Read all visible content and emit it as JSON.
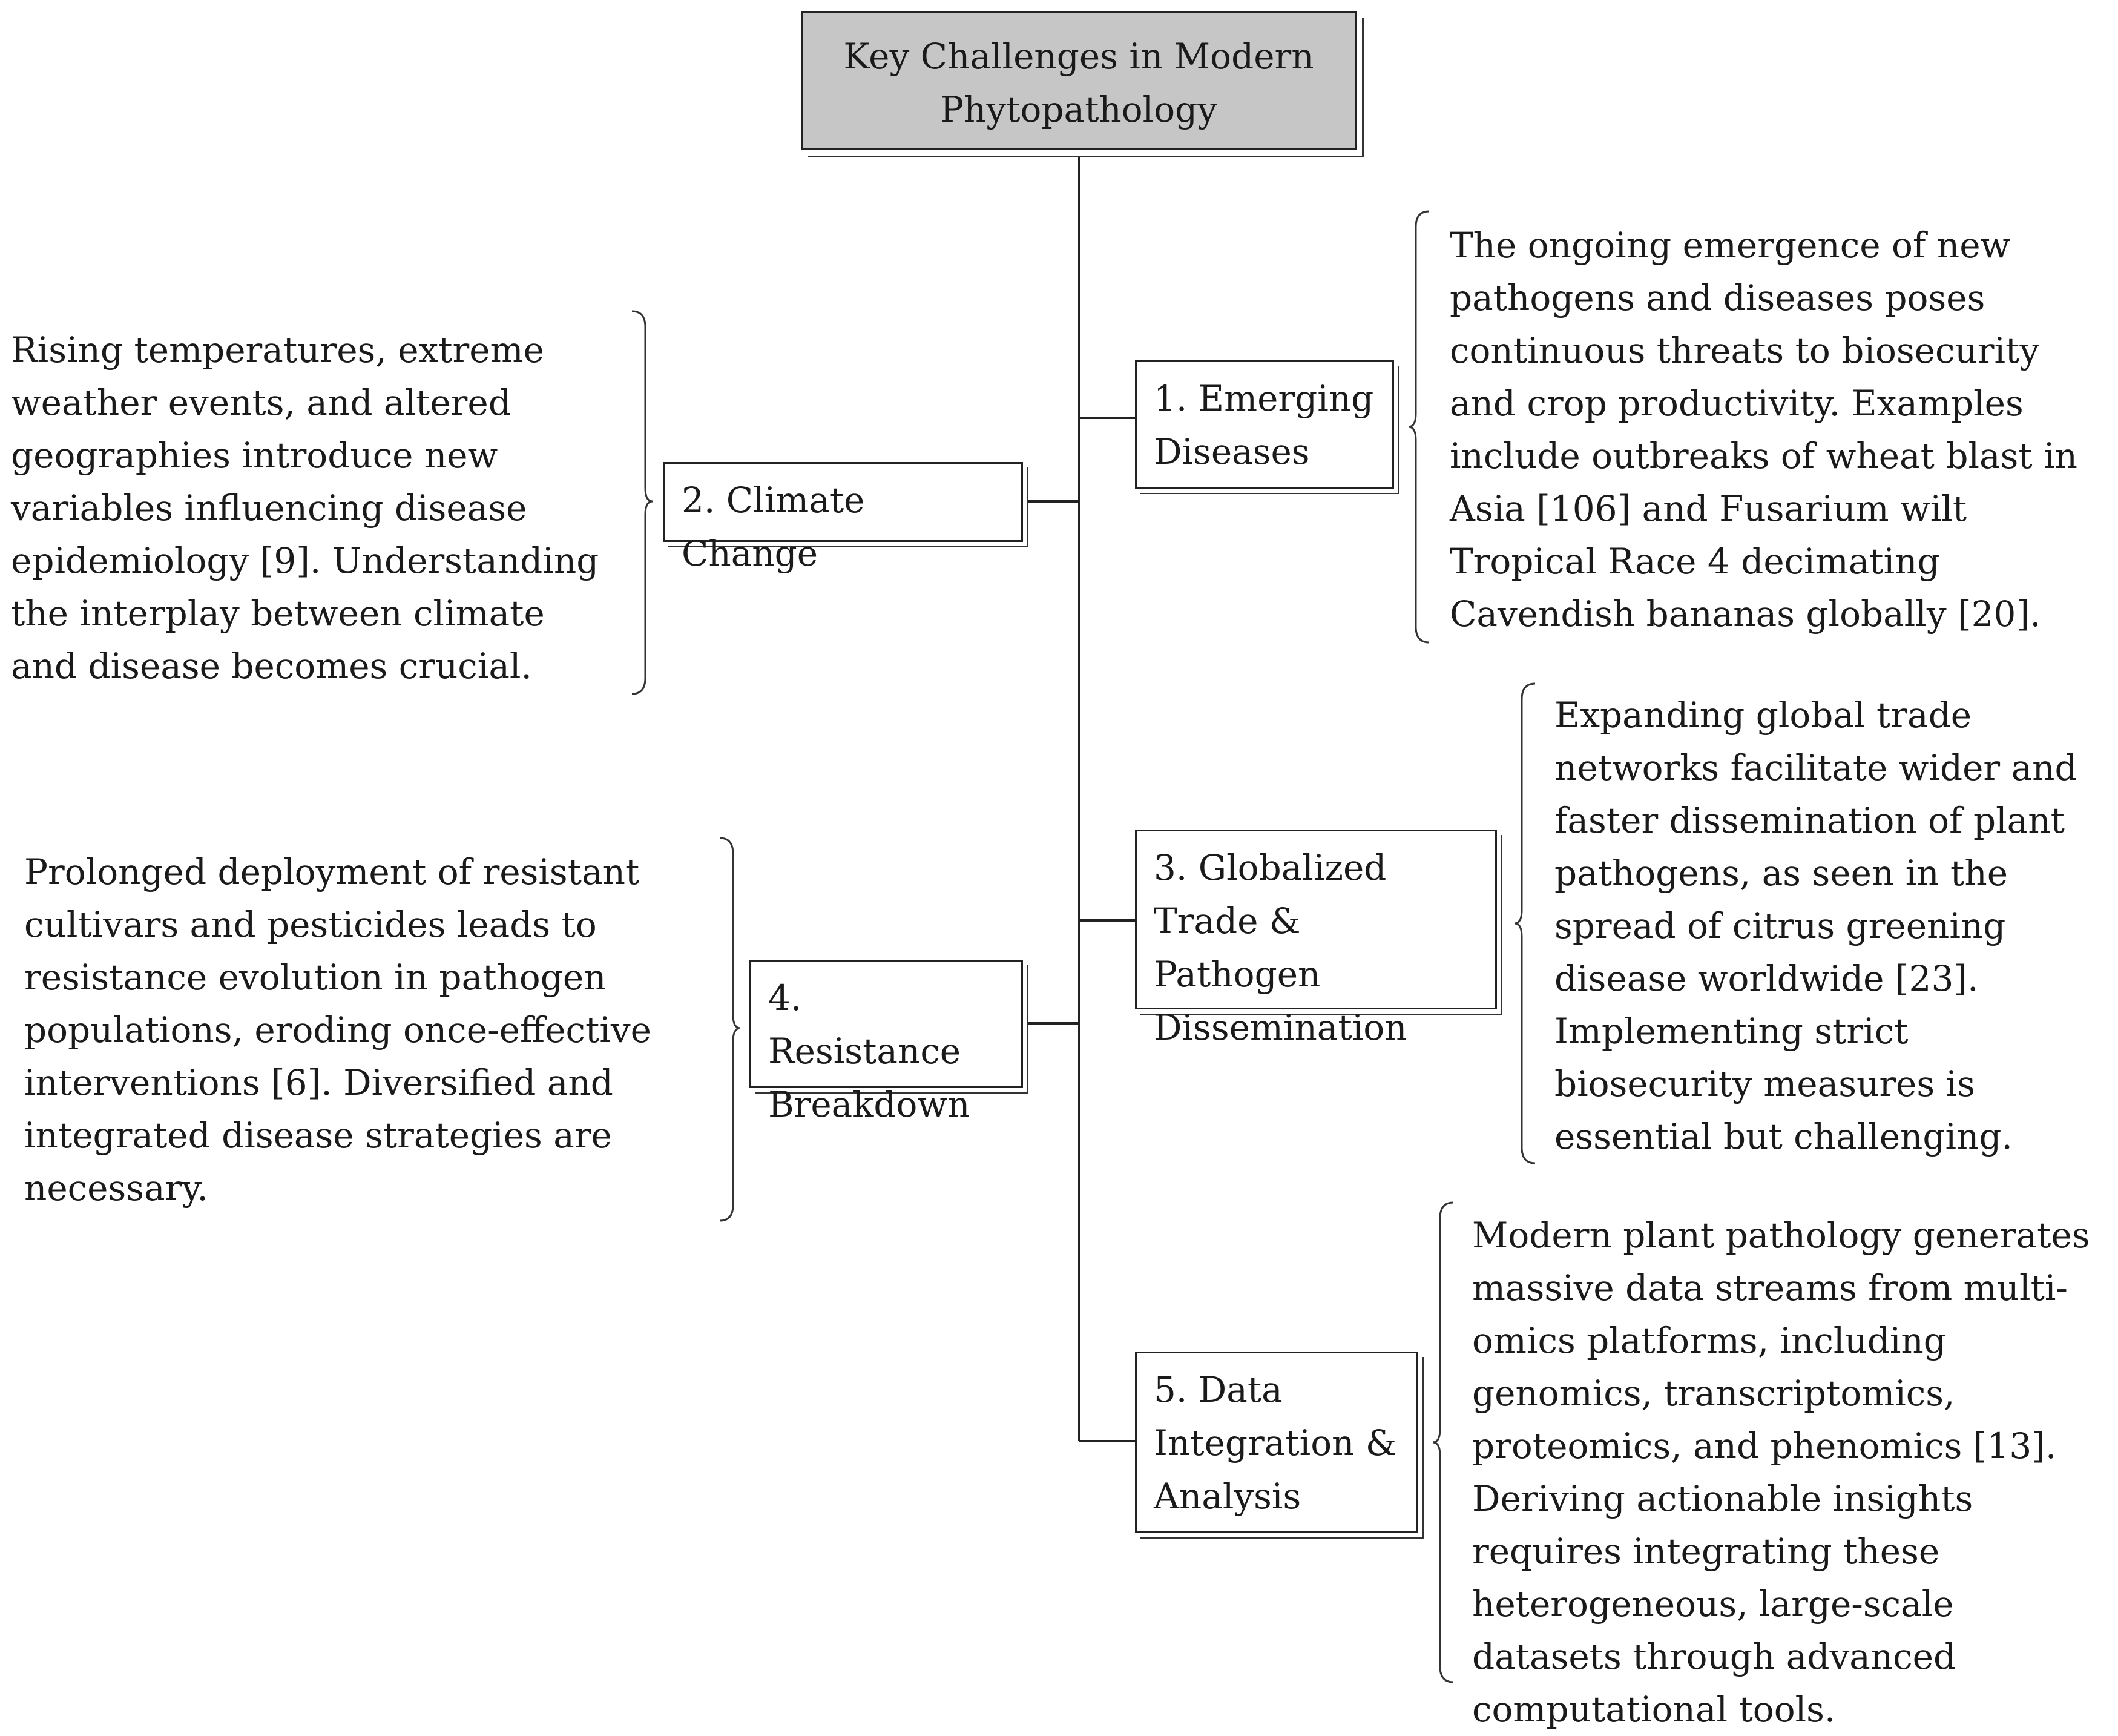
{
  "root": {
    "title": "Key Challenges in Modern Phytopathology"
  },
  "nodes": [
    {
      "label": "1. Emerging Diseases",
      "description": "The ongoing emergence of new pathogens and diseases poses continuous threats to biosecurity and crop productivity. Examples include outbreaks of wheat blast in Asia [106] and Fusarium wilt Tropical Race 4 decimating Cavendish bananas globally [20]."
    },
    {
      "label": "2. Climate Change",
      "description": "Rising temperatures, extreme weather events, and altered geographies introduce new variables influencing disease epidemiology [9]. Understanding the interplay between climate and disease becomes crucial."
    },
    {
      "label": "3. Globalized Trade & Pathogen Dissemination",
      "description": "Expanding global trade networks facilitate wider and faster dissemination of plant pathogens, as seen in the spread of citrus greening disease worldwide [23]. Implementing strict biosecurity measures is essential but challenging."
    },
    {
      "label": "4. Resistance Breakdown",
      "description": "Prolonged deployment of resistant cultivars and pesticides leads to resistance evolution in pathogen populations, eroding once-effective interventions [6]. Diversified and integrated disease strategies are necessary."
    },
    {
      "label": "5. Data Integration & Analysis",
      "description": "Modern plant pathology generates massive data streams from multi-omics platforms, including genomics, transcriptomics, proteomics, and phenomics [13]. Deriving actionable insights requires integrating these heterogeneous, large-scale datasets through advanced computational tools."
    }
  ]
}
